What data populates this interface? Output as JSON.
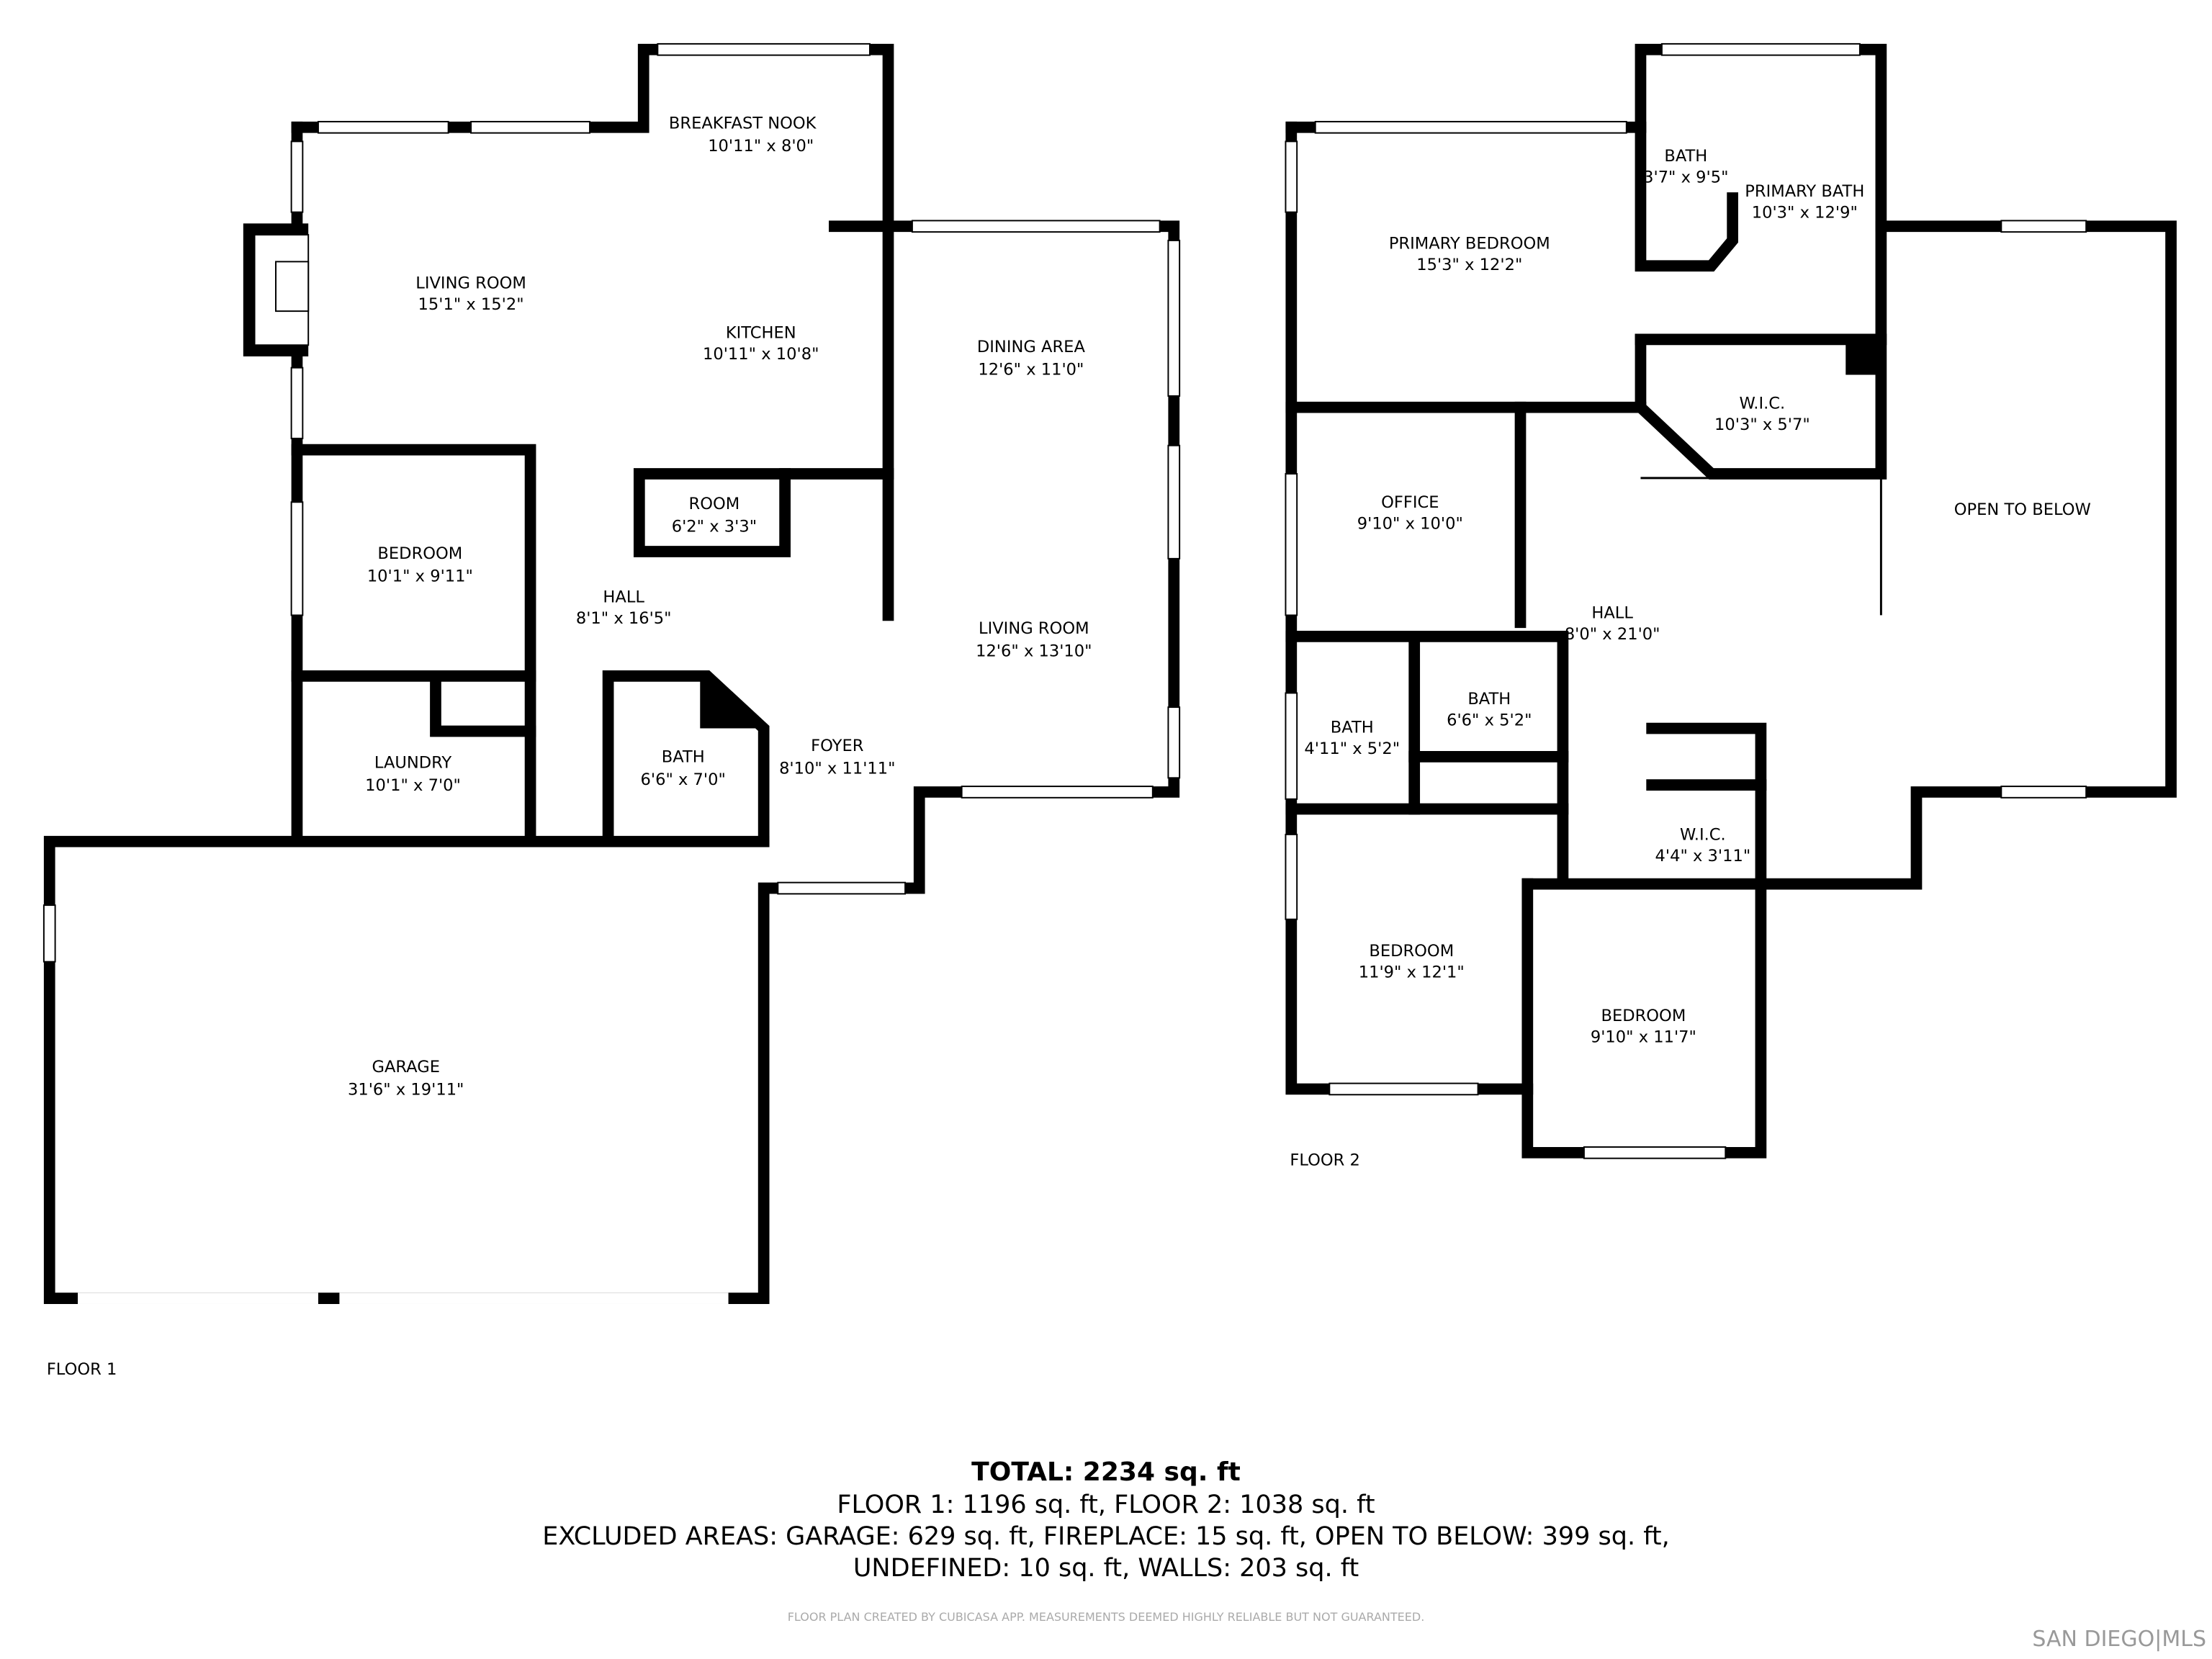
{
  "floor1": {
    "label": "FLOOR 1",
    "rooms": [
      {
        "name": "BREAKFAST NOOK",
        "size": "10'11\" x 8'0\""
      },
      {
        "name": "LIVING ROOM",
        "size": "15'1\" x 15'2\""
      },
      {
        "name": "KITCHEN",
        "size": "10'11\" x 10'8\""
      },
      {
        "name": "DINING AREA",
        "size": "12'6\" x 11'0\""
      },
      {
        "name": "ROOM",
        "size": "6'2\" x 3'3\""
      },
      {
        "name": "BEDROOM",
        "size": "10'1\" x 9'11\""
      },
      {
        "name": "HALL",
        "size": "8'1\" x 16'5\""
      },
      {
        "name": "LIVING ROOM",
        "size": "12'6\" x 13'10\""
      },
      {
        "name": "LAUNDRY",
        "size": "10'1\" x 7'0\""
      },
      {
        "name": "BATH",
        "size": "6'6\" x 7'0\""
      },
      {
        "name": "FOYER",
        "size": "8'10\" x 11'11\""
      },
      {
        "name": "GARAGE",
        "size": "31'6\" x 19'11\""
      }
    ]
  },
  "floor2": {
    "label": "FLOOR 2",
    "rooms": [
      {
        "name": "BATH",
        "size": "3'7\" x 9'5\""
      },
      {
        "name": "PRIMARY BATH",
        "size": "10'3\" x 12'9\""
      },
      {
        "name": "PRIMARY BEDROOM",
        "size": "15'3\" x 12'2\""
      },
      {
        "name": "W.I.C.",
        "size": "10'3\" x 5'7\""
      },
      {
        "name": "OFFICE",
        "size": "9'10\" x 10'0\""
      },
      {
        "name": "OPEN TO BELOW",
        "size": ""
      },
      {
        "name": "HALL",
        "size": "8'0\" x 21'0\""
      },
      {
        "name": "BATH",
        "size": "6'6\" x 5'2\""
      },
      {
        "name": "BATH",
        "size": "4'11\" x 5'2\""
      },
      {
        "name": "W.I.C.",
        "size": "4'4\" x 3'11\""
      },
      {
        "name": "BEDROOM",
        "size": "11'9\" x 12'1\""
      },
      {
        "name": "BEDROOM",
        "size": "9'10\" x 11'7\""
      }
    ]
  },
  "summary": {
    "total": "TOTAL: 2234 sq. ft",
    "floors": "FLOOR 1: 1196 sq. ft, FLOOR 2: 1038 sq. ft",
    "excluded": "EXCLUDED AREAS: GARAGE: 629 sq. ft, FIREPLACE: 15 sq. ft, OPEN TO BELOW: 399 sq. ft,",
    "undefined": "UNDEFINED: 10 sq. ft, WALLS: 203 sq. ft"
  },
  "credit": "FLOOR PLAN CREATED BY CUBICASA APP. MEASUREMENTS DEEMED HIGHLY RELIABLE BUT NOT GUARANTEED.",
  "logo": "SAN DIEGO|MLS"
}
